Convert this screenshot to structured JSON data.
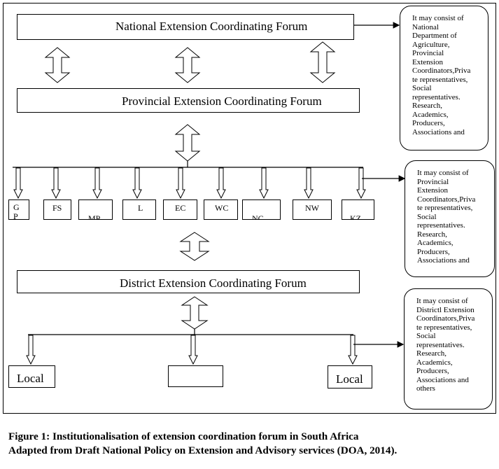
{
  "national_forum": "National Extension Coordinating Forum",
  "provincial_forum": "Provincial Extension Coordinating Forum",
  "district_forum": "District Extension Coordinating Forum",
  "provinces": [
    "G P",
    "FS",
    "MP",
    "L",
    "EC",
    "WC",
    "NC",
    "NW",
    "KZ"
  ],
  "locals": [
    "Local",
    "",
    "Local"
  ],
  "notes": {
    "national": [
      "It may consist of",
      "National",
      "Department of",
      "Agriculture,",
      "Provincial",
      "Extension",
      "Coordinators,Priva",
      "te representatives,",
      "Social",
      "representatives.",
      "Research,",
      "Academics,",
      "Producers,",
      "Associations and"
    ],
    "provincial": [
      "It may consist of",
      "Provincial",
      "Extension",
      "Coordinators,Priva",
      "te representatives,",
      "Social",
      "representatives.",
      "Research,",
      "Academics,",
      "Producers,",
      "Associations and"
    ],
    "district": [
      "It may consist of",
      "Districtl Extension",
      "Coordinators,Priva",
      "te representatives,",
      "Social",
      "representatives.",
      "Research,",
      "Academics,",
      "Producers,",
      "Associations and",
      "others"
    ]
  },
  "caption": {
    "line1": "Figure 1: Institutionalisation of extension coordination forum in South Africa",
    "line2": "Adapted from Draft National Policy on Extension and Advisory services (DOA, 2014)."
  }
}
